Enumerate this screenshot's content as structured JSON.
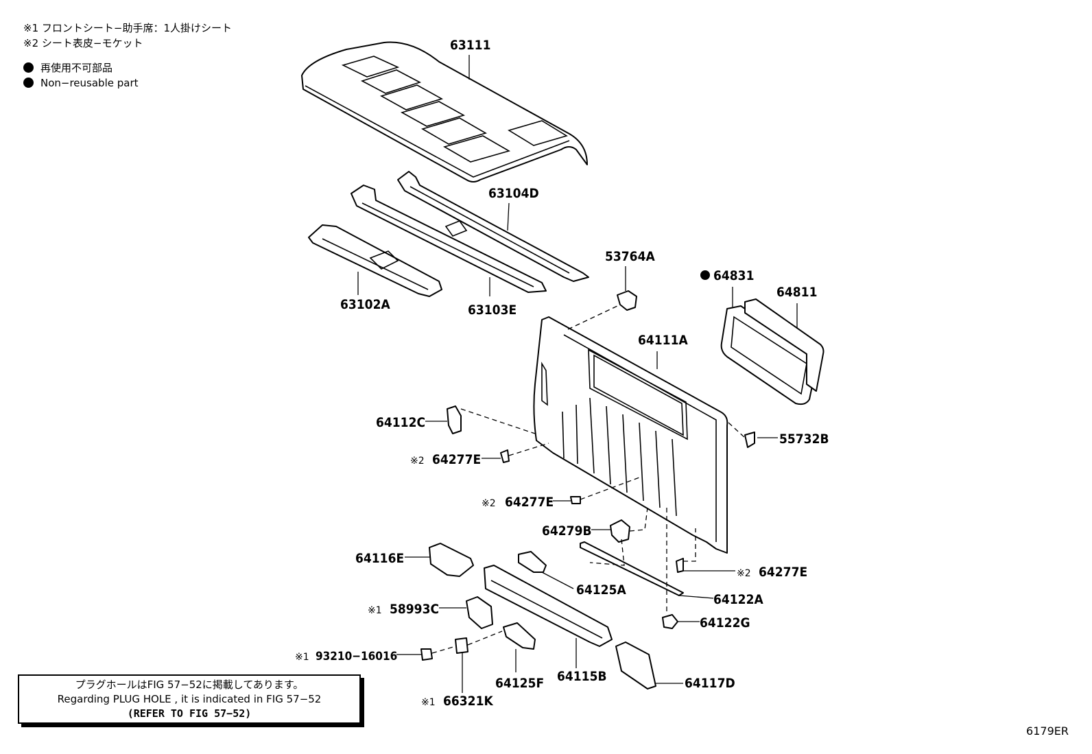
{
  "notes": {
    "note1": "※1 フロントシート−助手席：1人掛けシート",
    "note2": "※2 シート表皮−モケット",
    "legend_jp": "再使用不可部品",
    "legend_en": "Non−reusable part"
  },
  "parts": {
    "p63111": "63111",
    "p63104D": "63104D",
    "p63102A": "63102A",
    "p63103E": "63103E",
    "p53764A": "53764A",
    "p64831": "64831",
    "p64811": "64811",
    "p64111A": "64111A",
    "p64112C": "64112C",
    "p55732B": "55732B",
    "p64277E_1": "64277E",
    "p64277E_2": "64277E",
    "p64279B": "64279B",
    "p64277E_3": "64277E",
    "p64116E": "64116E",
    "p64125A": "64125A",
    "p64122A": "64122A",
    "p58993C": "58993C",
    "p64122G": "64122G",
    "p93210": "93210−16016",
    "p64125F": "64125F",
    "p64115B": "64115B",
    "p64117D": "64117D",
    "p66321K": "66321K"
  },
  "marks": {
    "m2": "※2",
    "m1": "※1"
  },
  "reference": {
    "line_jp": "プラグホールはFIG 57−52に掲載してあります。",
    "line_en": "Regarding  PLUG  HOLE , it is indicated in FIG  57−52",
    "line_ref": "(REFER  TO  FIG  57−52)"
  },
  "figure_code": "6179ER"
}
